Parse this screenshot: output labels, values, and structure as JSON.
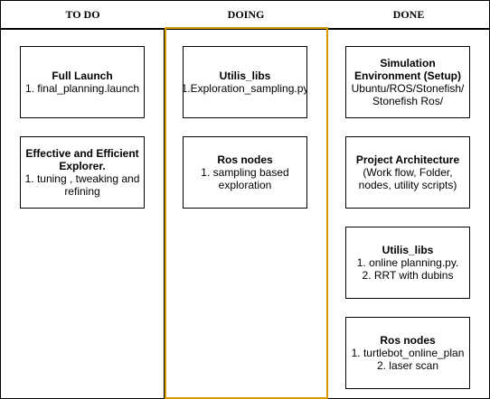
{
  "columns": {
    "todo": "TO DO",
    "doing": "DOING",
    "done": "DONE"
  },
  "colors": {
    "doing_border": "#d79b00",
    "line": "#000000"
  },
  "todo_cards": [
    {
      "title": "Full Launch",
      "lines": [
        "1. final_planning.launch"
      ]
    },
    {
      "title": "Effective and Efficient Explorer.",
      "lines": [
        "1. tuning , tweaking and refining"
      ]
    }
  ],
  "doing_cards": [
    {
      "title": "Utilis_libs",
      "lines": [
        "1.Exploration_sampling.py"
      ]
    },
    {
      "title": "Ros nodes",
      "lines": [
        "1. sampling based exploration"
      ]
    }
  ],
  "done_cards": [
    {
      "title": "Simulation Environment (Setup)",
      "lines": [
        "Ubuntu/ROS/Stonefish/ Stonefish Ros/"
      ]
    },
    {
      "title": "Project Architecture",
      "lines": [
        "(Work flow, Folder, nodes, utility scripts)"
      ]
    },
    {
      "title": "Utilis_libs",
      "lines": [
        "1. online planning.py.",
        "2.  RRT with dubins"
      ]
    },
    {
      "title": "Ros nodes",
      "lines": [
        "1. turtlebot_online_plan",
        "2.  laser scan"
      ]
    }
  ]
}
